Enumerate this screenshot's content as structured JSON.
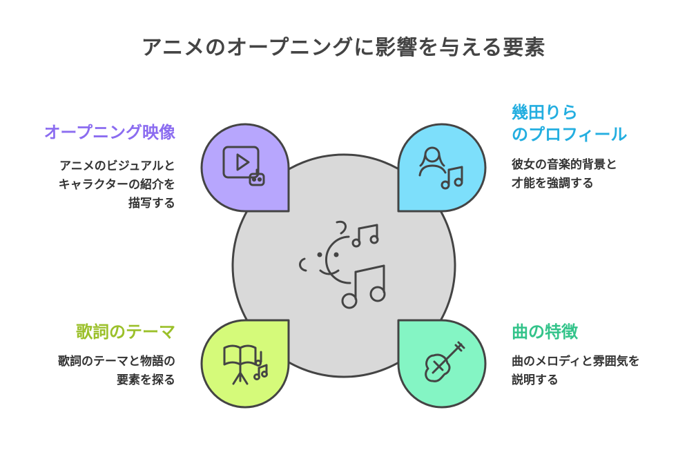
{
  "title": "アニメのオープニングに影響を与える要素",
  "colors": {
    "center": "#d9d9d9",
    "opening": "#b7a6fd",
    "profile": "#7ddffb",
    "lyrics": "#d5fa7a",
    "song": "#84f5c4",
    "opening_text": "#8b6cf0",
    "profile_text": "#23aee0",
    "lyrics_text": "#9bc02a",
    "song_text": "#33c38a",
    "stroke": "#444444"
  },
  "center": {
    "icon": "baby-music-icon"
  },
  "sections": {
    "opening": {
      "heading": "オープニング映像",
      "desc": "アニメのビジュアルと\nキャラクターの紹介を\n描写する",
      "icon": "video-robot-icon"
    },
    "profile": {
      "heading": "幾田りら\nのプロフィール",
      "desc": "彼女の音楽的背景と\n才能を強調する",
      "icon": "singer-music-icon"
    },
    "lyrics": {
      "heading": "歌詞のテーマ",
      "desc": "歌詞のテーマと物語の\n要素を探る",
      "icon": "music-stand-icon"
    },
    "song": {
      "heading": "曲の特徴",
      "desc": "曲のメロディと雰囲気を\n説明する",
      "icon": "violin-icon"
    }
  }
}
